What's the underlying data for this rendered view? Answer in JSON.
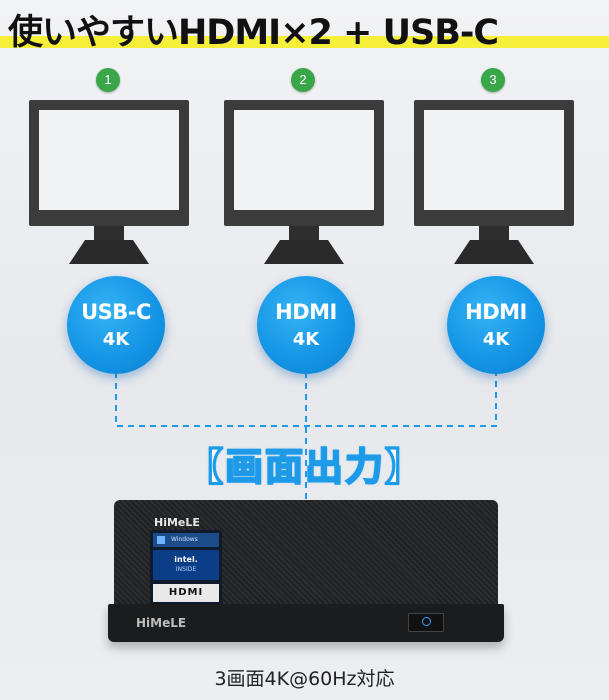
{
  "headline": "使いやすいHDMI×2 + USB-C",
  "monitors": [
    {
      "number": "1",
      "port": "USB-C",
      "resolution": "4K"
    },
    {
      "number": "2",
      "port": "HDMI",
      "resolution": "4K"
    },
    {
      "number": "3",
      "port": "HDMI",
      "resolution": "4K"
    }
  ],
  "output_label": "【画面出力】",
  "device": {
    "brand_top": "HiMeLE",
    "brand_front": "HiMeLE",
    "sticker_windows": "Windows",
    "sticker_intel": "intel.",
    "sticker_intel_sub": "INSIDE",
    "sticker_hdmi": "HDMI"
  },
  "caption": "3画面4K@60Hz対応",
  "colors": {
    "accent_blue": "#1596e6",
    "badge_green": "#3aa64a",
    "highlight_yellow": "#f6ef3a"
  }
}
